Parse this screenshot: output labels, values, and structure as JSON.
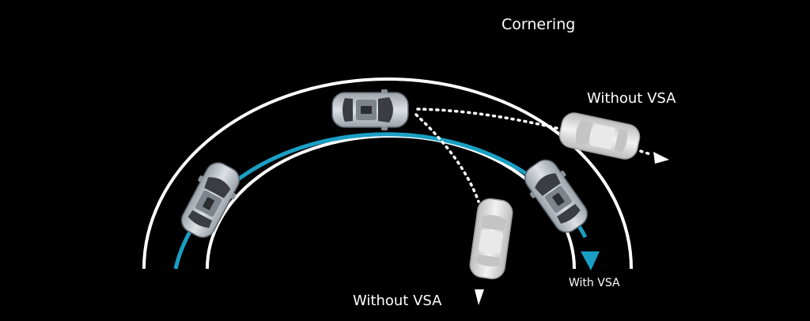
{
  "title": "Cornering",
  "labels": {
    "without_vsa_right": "Without VSA",
    "without_vsa_bottom": "Without VSA",
    "with_vsa": "With VSA"
  },
  "colors": {
    "background": "#000000",
    "road_edge": "#ffffff",
    "vsa_path": "#1a9fc4",
    "car_body": "#c9ced4",
    "car_glass": "#3a3e44",
    "ghost_car": "#e3e3e3"
  }
}
